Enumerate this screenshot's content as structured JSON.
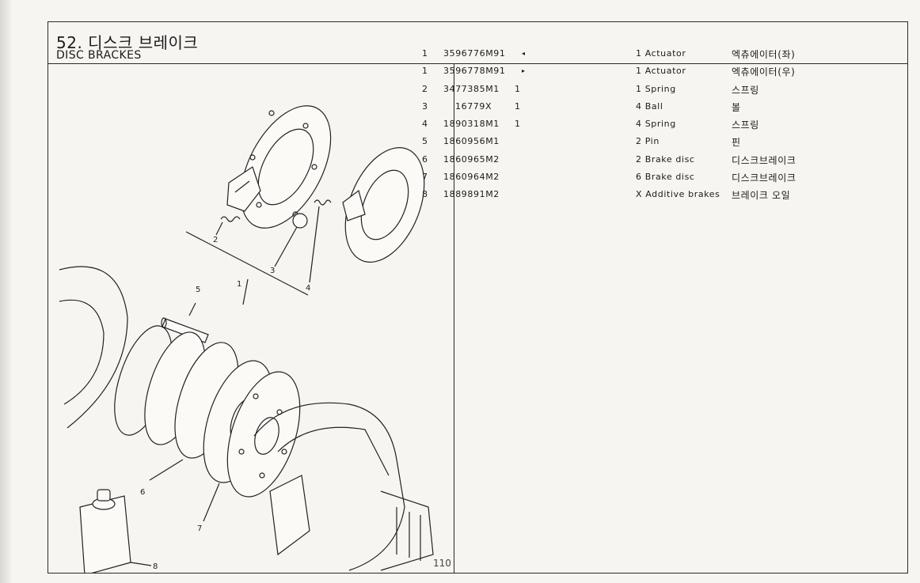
{
  "header": {
    "title_ko": "52. 디스크 브레이크",
    "title_en": "DISC BRACKES"
  },
  "page_number": "110",
  "callouts": [
    "1",
    "2",
    "3",
    "4",
    "5",
    "6",
    "7",
    "8"
  ],
  "parts": [
    {
      "idx": "1",
      "number": "3596776M91",
      "mark": "◂",
      "qty": "",
      "desc": "1 Actuator",
      "ko": "엑츄에이터(좌)"
    },
    {
      "idx": "1",
      "number": "3596778M91",
      "mark": "▸",
      "qty": "",
      "desc": "1 Actuator",
      "ko": "엑츄에이터(우)"
    },
    {
      "idx": "2",
      "number": "3477385M1",
      "mark": "",
      "qty": "1",
      "desc": "1 Spring",
      "ko": "스프링"
    },
    {
      "idx": "3",
      "number": "16779X",
      "mark": "",
      "qty": "1",
      "desc": "4 Ball",
      "ko": "볼"
    },
    {
      "idx": "4",
      "number": "1890318M1",
      "mark": "",
      "qty": "1",
      "desc": "4 Spring",
      "ko": "스프링"
    },
    {
      "idx": "5",
      "number": "1860956M1",
      "mark": "",
      "qty": "",
      "desc": "2 Pin",
      "ko": "핀"
    },
    {
      "idx": "6",
      "number": "1860965M2",
      "mark": "",
      "qty": "",
      "desc": "2 Brake disc",
      "ko": "디스크브레이크"
    },
    {
      "idx": "7",
      "number": "1860964M2",
      "mark": "",
      "qty": "",
      "desc": "6 Brake disc",
      "ko": "디스크브레이크"
    },
    {
      "idx": "8",
      "number": "1889891M2",
      "mark": "",
      "qty": "",
      "desc": "X Additive brakes",
      "ko": "브레이크 오일"
    }
  ]
}
